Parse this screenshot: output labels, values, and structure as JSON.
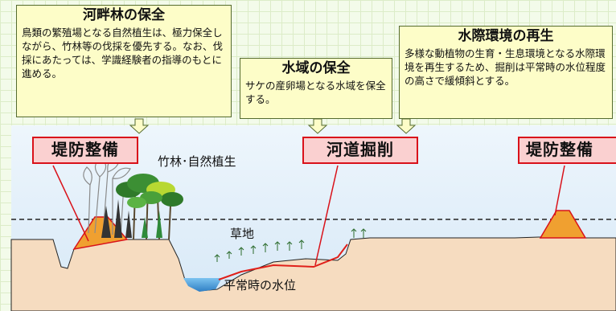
{
  "callouts": {
    "riparian": {
      "title": "河畔林の保全",
      "body": "鳥類の繁殖場となる自然植生は、極力保全しながら、竹林等の伐採を優先する。なお、伐採にあたっては、学識経験者の指導のもとに進める。"
    },
    "water": {
      "title": "水域の保全",
      "body": "サケの産卵場となる水域を保全する。"
    },
    "waterside": {
      "title": "水際環境の再生",
      "body": "多様な動植物の生育・生息環境となる水際環境を再生するため、掘削は平常時の水位程度の高さで緩傾斜とする。"
    }
  },
  "labels": {
    "levee_left": "堤防整備",
    "channel": "河道掘削",
    "levee_right": "堤防整備",
    "vegetation": "竹林･自然植生",
    "grass": "草地",
    "water_level": "平常時の水位"
  },
  "colors": {
    "callout_bg": "#fdfdc8",
    "label_bg": "#fad0d0",
    "label_border": "#d9121a",
    "ground": "#f6dcc0",
    "levee": "#f0a030",
    "water": "#5aa8e0",
    "sky": "#dfeefa"
  }
}
